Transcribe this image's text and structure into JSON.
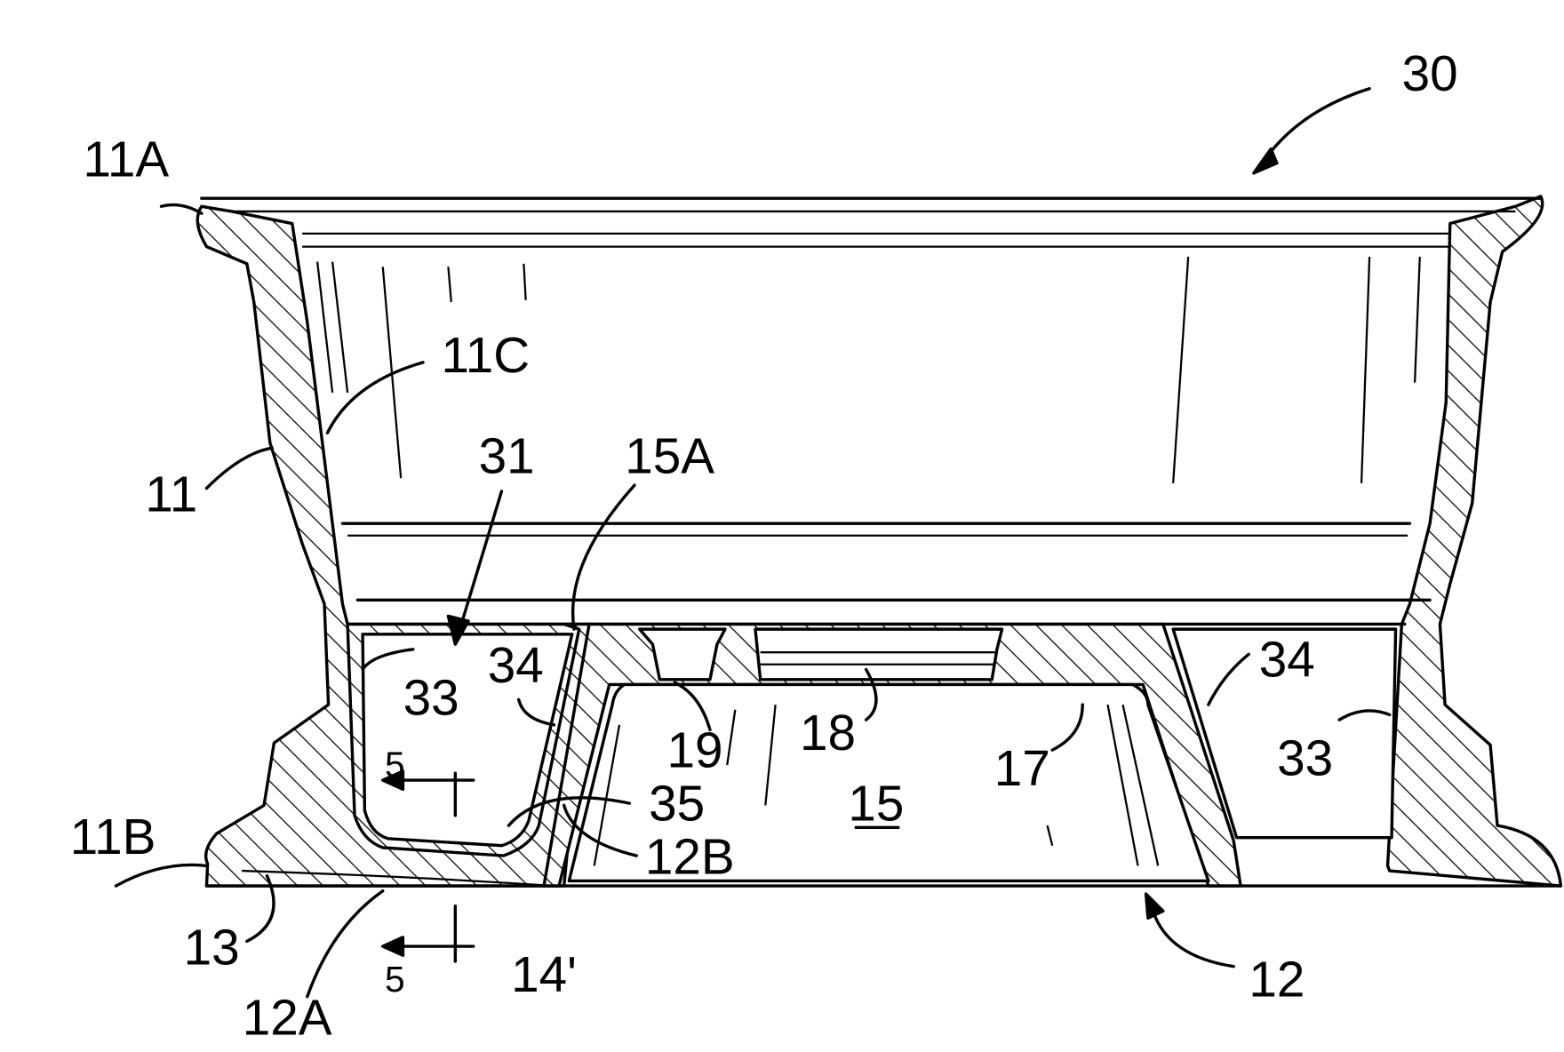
{
  "figure": {
    "labels": {
      "assembly": "30",
      "rim_top_flange": "11A",
      "rim_inner_surface": "11C",
      "rim": "11",
      "insert": "31",
      "hub_face": "15A",
      "insert_wall_left": "33",
      "insert_side_left": "34",
      "section_mark_upper": "5",
      "insert_corner": "35",
      "disc_edge": "12B",
      "bolt_hole": "19",
      "center_bore": "18",
      "hub": "15",
      "spoke": "17",
      "insert_side_right": "34",
      "insert_wall_right": "33",
      "rim_bottom_flange": "11B",
      "disc_rim_joint": "13",
      "disc_outer": "12A",
      "section_mark_lower": "5",
      "disc_rib": "14'",
      "disc": "12"
    }
  }
}
